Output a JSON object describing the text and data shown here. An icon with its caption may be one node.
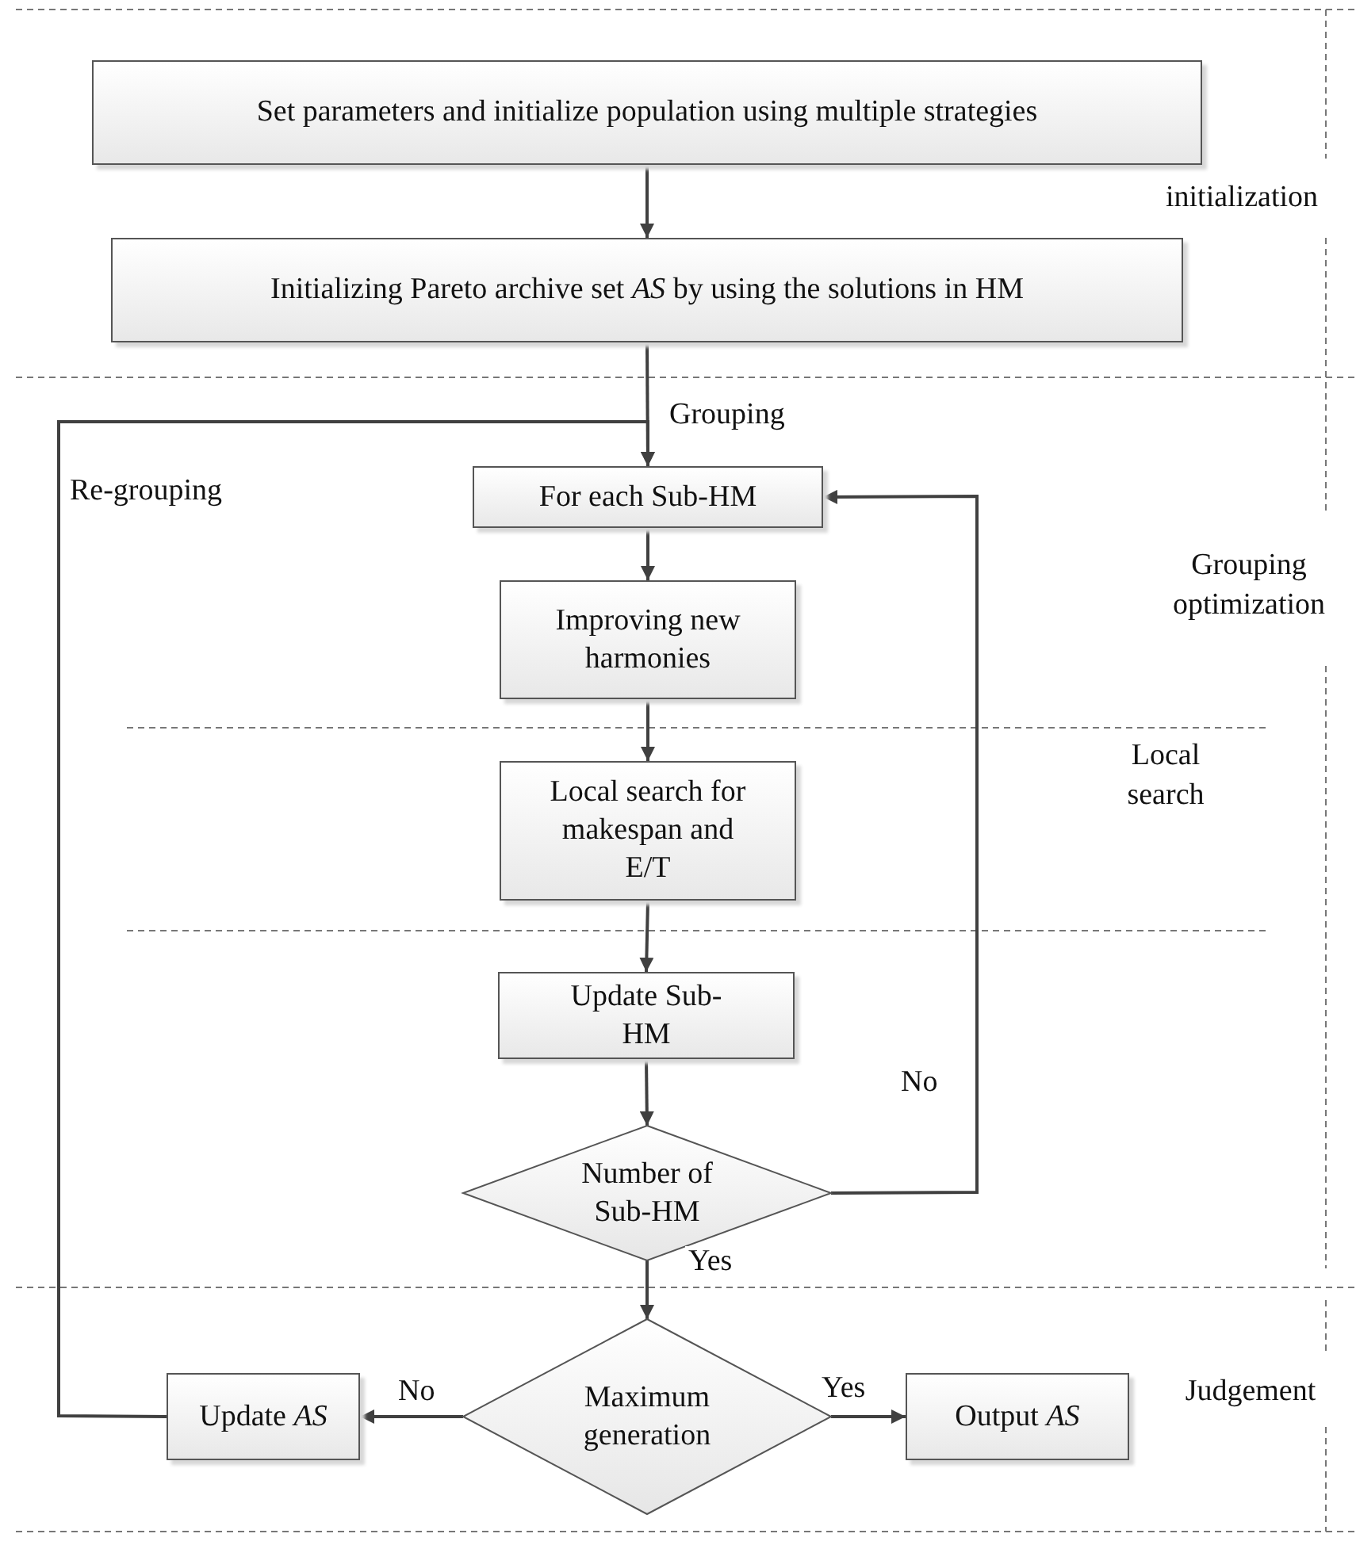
{
  "diagram": {
    "nodes": [
      {
        "text": [
          "Set parameters and initialize population using multiple strategies"
        ]
      },
      {
        "text": [
          "Initializing Pareto archive set *AS* by using the solutions in HM"
        ]
      },
      {
        "text": [
          "For each Sub-HM"
        ]
      },
      {
        "text": [
          "Improving new harmonies"
        ]
      },
      {
        "text": [
          "Local search for makespan and E/T"
        ]
      },
      {
        "text": [
          "Update Sub-HM"
        ]
      },
      {
        "text": [
          "Number of Sub-HM"
        ]
      },
      {
        "text": [
          "Maximum generation"
        ]
      },
      {
        "text": [
          "Update *AS*"
        ]
      },
      {
        "text": [
          "Output *AS*"
        ]
      }
    ],
    "edges": [
      {
        "from": 0,
        "to": 1,
        "arrow": "to"
      },
      {
        "from": 1,
        "to": 2,
        "arrow": "to",
        "label": "Grouping"
      },
      {
        "from": 2,
        "to": 3,
        "arrow": "to"
      },
      {
        "from": 3,
        "to": 4,
        "arrow": "to"
      },
      {
        "from": 4,
        "to": 5,
        "arrow": "to"
      },
      {
        "from": 5,
        "to": 6,
        "arrow": "to"
      },
      {
        "from": 6,
        "to": 2,
        "arrow": "to",
        "label": "No"
      },
      {
        "from": 6,
        "to": 7,
        "arrow": "to",
        "label": "Yes"
      },
      {
        "from": 7,
        "to": 8,
        "arrow": "to",
        "label": "No"
      },
      {
        "from": 7,
        "to": 9,
        "arrow": "to",
        "label": "Yes"
      },
      {
        "from": 8,
        "to": 2,
        "arrow": "to",
        "label": "Re-grouping"
      }
    ],
    "labels": [
      "initialization",
      "Grouping optimization",
      "Local search",
      "Judgement"
    ]
  }
}
